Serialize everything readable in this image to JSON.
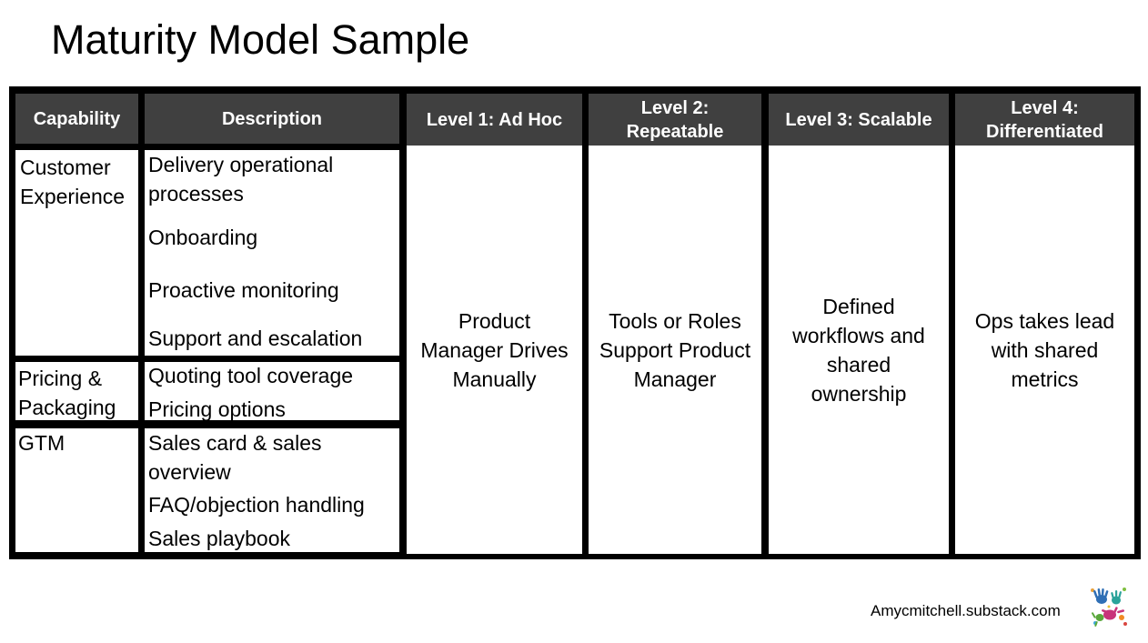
{
  "title": "Maturity Model Sample",
  "table": {
    "headers": {
      "capability": "Capability",
      "description": "Description",
      "level1": "Level 1: Ad Hoc",
      "level2_line1": "Level 2:",
      "level2_line2": "Repeatable",
      "level3": "Level 3: Scalable",
      "level4_line1": "Level 4:",
      "level4_line2": "Differentiated"
    },
    "rows": [
      {
        "capability_line1": "Customer",
        "capability_line2": "Experience",
        "items": [
          "Delivery operational",
          "processes",
          "Onboarding",
          "Proactive monitoring",
          "Support and escalation"
        ]
      },
      {
        "capability_line1": "Pricing &",
        "capability_line2": "Packaging",
        "items": [
          "Quoting tool coverage",
          "Pricing options"
        ]
      },
      {
        "capability_line1": "GTM",
        "items": [
          "Sales card & sales",
          "overview",
          "FAQ/objection handling",
          "Sales playbook"
        ]
      }
    ],
    "levels": {
      "level1": [
        "Product",
        "Manager Drives",
        "Manually"
      ],
      "level2": [
        "Tools or Roles",
        "Support Product",
        "Manager"
      ],
      "level3": [
        "Defined",
        "workflows and",
        "shared",
        "ownership"
      ],
      "level4": [
        "Ops takes lead",
        "with shared",
        "metrics"
      ]
    }
  },
  "footer": {
    "site": "Amycmitchell.substack.com",
    "logo_icon": "colorful-hands-logo-icon"
  },
  "colors": {
    "header_bg": "#404040",
    "grid": "#000000"
  }
}
